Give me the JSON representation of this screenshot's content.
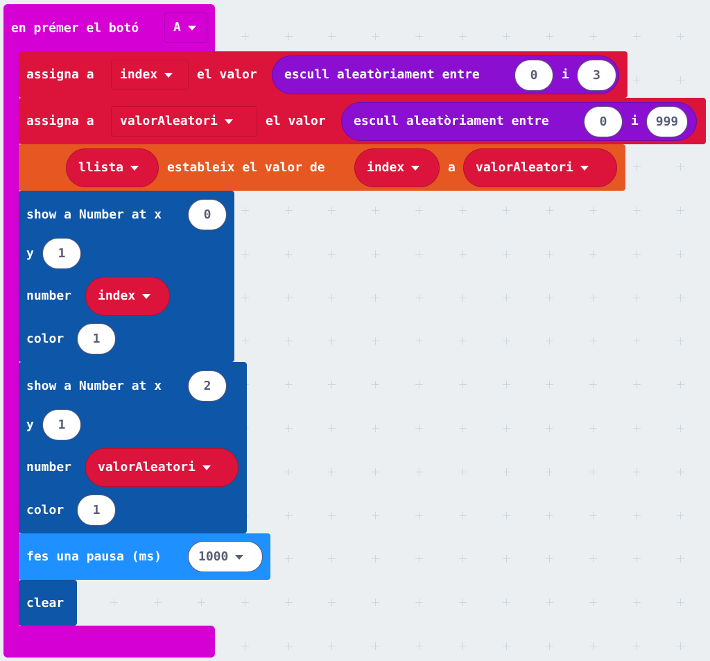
{
  "event": {
    "label": "en prémer el botó",
    "button": "A"
  },
  "set_index": {
    "label": "assigna a",
    "var": "index",
    "value_label": "el valor",
    "random_label": "escull aleatòriament entre",
    "from": "0",
    "and": "i",
    "to": "3"
  },
  "set_random": {
    "label": "assigna a",
    "var": "valorAleatori",
    "value_label": "el valor",
    "random_label": "escull aleatòriament entre",
    "from": "0",
    "and": "i",
    "to": "999"
  },
  "list_set": {
    "list": "llista",
    "label": "estableix el valor de",
    "index": "index",
    "a": "a",
    "value": "valorAleatori"
  },
  "show1": {
    "label": "show a Number at x",
    "x": "0",
    "y_label": "y",
    "y": "1",
    "number_label": "number",
    "number": "index",
    "color_label": "color",
    "color": "1"
  },
  "show2": {
    "label": "show a Number at x",
    "x": "2",
    "y_label": "y",
    "y": "1",
    "number_label": "number",
    "number": "valorAleatori",
    "color_label": "color",
    "color": "1"
  },
  "pause": {
    "label": "fes una pausa (ms)",
    "value": "1000"
  },
  "clear": {
    "label": "clear"
  },
  "colors": {
    "event": "#d400d4",
    "variables": "#dc143c",
    "math": "#8a0fd1",
    "arrays": "#e65722",
    "display": "#0d56a8",
    "basic": "#1e90ff"
  }
}
